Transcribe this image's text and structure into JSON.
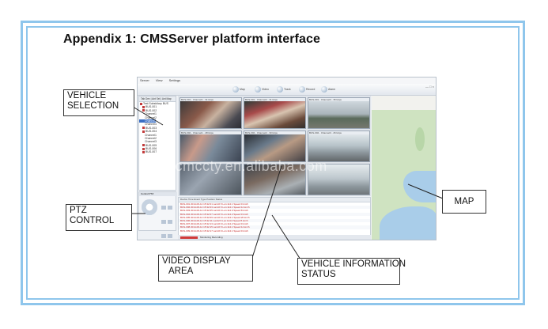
{
  "heading": "Appendix 1: CMSServer platform interface",
  "callouts": {
    "vehicle": [
      "VEHICLE",
      "SELECTION"
    ],
    "ptz": [
      "PTZ",
      "CONTROL"
    ],
    "video": [
      "VIDEO DISPLAY",
      "AREA"
    ],
    "info": [
      "VEHICLE INFORMATION",
      "STATUS"
    ],
    "map": "MAP"
  },
  "watermark": "rcmccty.en.alibaba.com",
  "app": {
    "menu": [
      "Server",
      "View",
      "Settings"
    ],
    "toolbar": [
      "Map",
      "Video",
      "Track",
      "Record",
      "Alarm"
    ],
    "tree_tabs": "Tab Dev | Ant Sel | Ant Map",
    "tree_nodes": [
      "Test Subsidiary BUS",
      "BUS-001",
      "BUS-002",
      "Channel1",
      "Channel2",
      "Channel3",
      "Channel4",
      "BUS-003",
      "BUS-004",
      "Channel1",
      "Channel2",
      "Channel3",
      "BUS-005",
      "BUS-006",
      "BUS-007"
    ],
    "ptz_tabs": "Control  PTZ",
    "video_titles": [
      "BUS-001 - Channel1 - 31 kbps",
      "BUS-001 - Channel2 - 31 kbps",
      "BUS-001 - Channel3 - 35 kbps",
      "BUS-002 - Channel1 - 28 kbps",
      "BUS-002 - Channel2 - 30 kbps",
      "BUS-002 - Channel3 - 26 kbps"
    ],
    "event_header": "Device   Time   Event Type   Position   Status",
    "event_rows": [
      "BUS-001 2014-06-12 15:32:01 Lat:22.5 Lon:114.1 Speed:0 km/h",
      "BUS-002 2014-06-12 15:32:03 Lat:22.5 Lon:114.1 Speed:12 km/h",
      "BUS-003 2014-06-12 15:32:05 Lat:22.6 Lon:114.0 Speed:8 km/h",
      "BUS-004 2014-06-12 15:32:07 Lat:22.5 Lon:114.2 Speed:0 km/h",
      "BUS-005 2014-06-12 15:32:09 Lat:22.6 Lon:114.1 Speed:20 km/h",
      "BUS-006 2014-06-12 15:32:11 Lat:22.5 Lon:114.0 Speed:5 km/h",
      "BUS-007 2014-06-12 15:32:13 Lat:22.6 Lon:114.2 Speed:0 km/h",
      "BUS-008 2014-06-12 15:32:15 Lat:22.5 Lon:114.1 Speed:14 km/h",
      "BUS-009 2014-06-12 15:32:17 Lat:22.6 Lon:114.1 Speed:0 km/h"
    ],
    "status_bar": "Monitoring  Recording"
  },
  "colors": {
    "frame": "#8fc6ec",
    "event_text": "#c22020",
    "selection": "#3a6fc4"
  }
}
